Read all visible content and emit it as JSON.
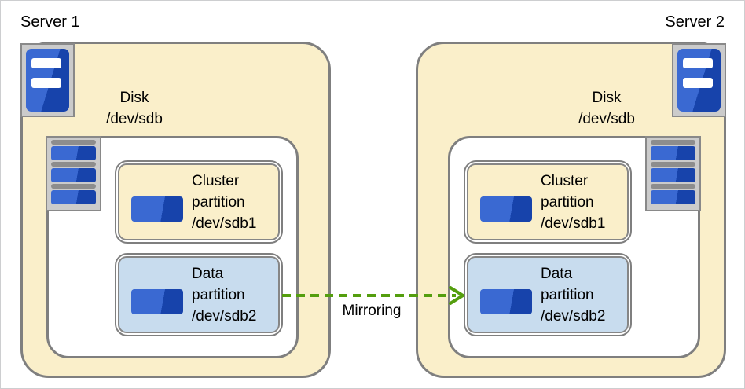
{
  "diagram": {
    "arrow_label": "Mirroring",
    "arrow_color": "#549e0e"
  },
  "servers": [
    {
      "label": "Server 1",
      "disk": {
        "line1": "Disk",
        "line2": "/dev/sdb"
      },
      "partitions": [
        {
          "lines": [
            "Cluster",
            "partition",
            "/dev/sdb1"
          ],
          "fill": "#faefca"
        },
        {
          "lines": [
            "Data",
            "partition",
            "/dev/sdb2"
          ],
          "fill": "#c8dcee"
        }
      ]
    },
    {
      "label": "Server 2",
      "disk": {
        "line1": "Disk",
        "line2": "/dev/sdb"
      },
      "partitions": [
        {
          "lines": [
            "Cluster",
            "partition",
            "/dev/sdb1"
          ],
          "fill": "#faefca"
        },
        {
          "lines": [
            "Data",
            "partition",
            "/dev/sdb2"
          ],
          "fill": "#c8dcee"
        }
      ]
    }
  ],
  "icons": {
    "server": "server-tower-icon",
    "disk_stack": "disk-stack-icon",
    "partition": "partition-icon"
  },
  "colors": {
    "server_box_fill": "#faefca",
    "cluster_partition_fill": "#faefca",
    "data_partition_fill": "#c8dcee",
    "box_border_gray": "#7f7f7f",
    "icon_frame_gray": "#cbcbcb",
    "icon_blue_light": "#3a69d2",
    "icon_blue_dark": "#1743ab",
    "arrow_green": "#549e0e"
  }
}
